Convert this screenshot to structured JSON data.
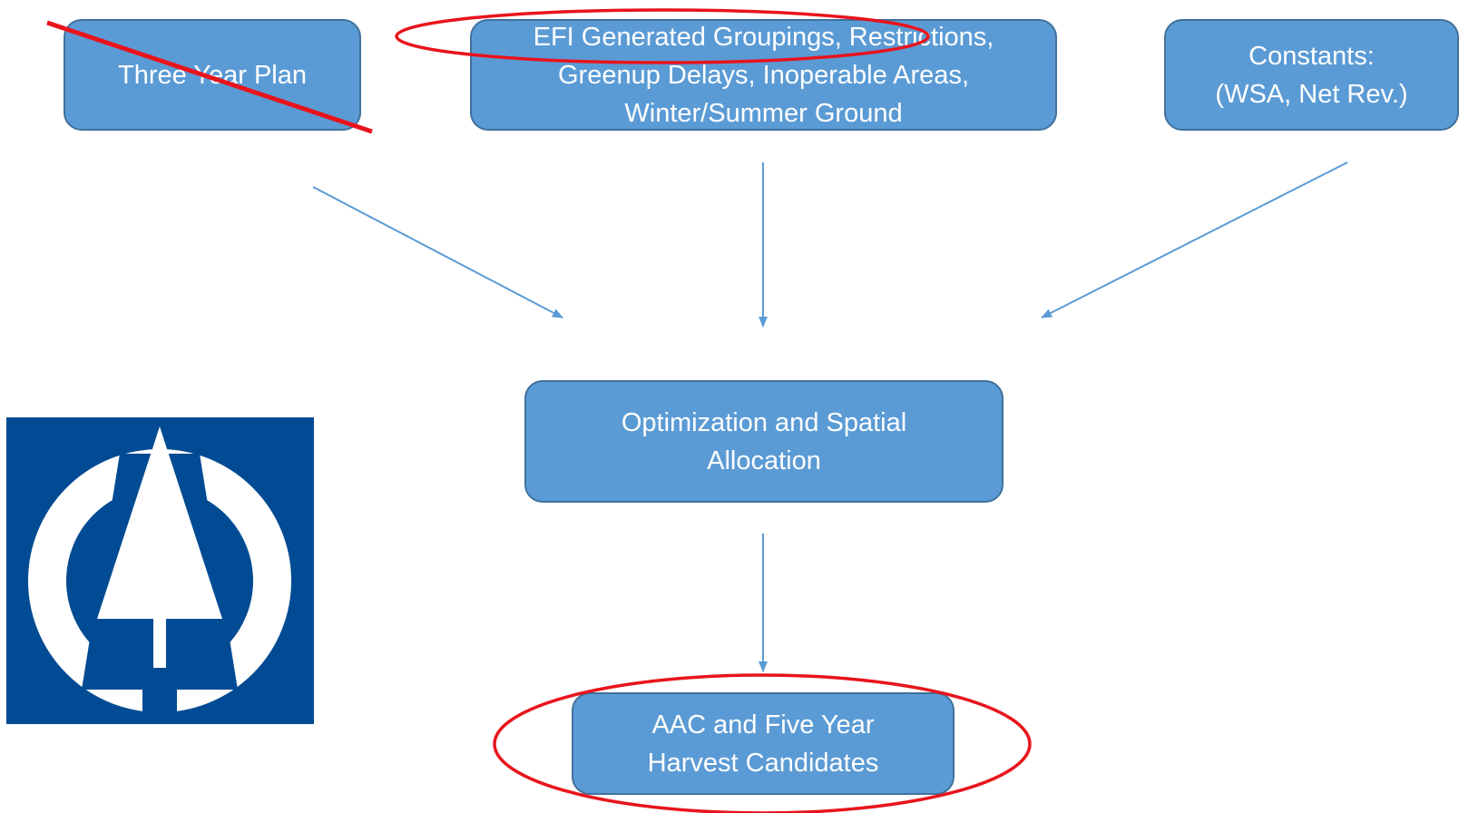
{
  "diagram": {
    "nodes": {
      "three_year_plan": {
        "lines": [
          "Three Year Plan"
        ],
        "crossed_out": true
      },
      "efi": {
        "lines": [
          "EFI Generated Groupings, Restrictions,",
          "Greenup Delays, Inoperable Areas,",
          "Winter/Summer Ground"
        ]
      },
      "constants": {
        "lines": [
          "Constants:",
          "(WSA, Net Rev.)"
        ]
      },
      "optimization": {
        "lines": [
          "Optimization and Spatial",
          "Allocation"
        ]
      },
      "aac": {
        "lines": [
          "AAC and Five Year",
          "Harvest Candidates"
        ],
        "circled": true
      }
    },
    "edges": [
      {
        "from": "three_year_plan",
        "to": "optimization"
      },
      {
        "from": "efi",
        "to": "optimization"
      },
      {
        "from": "constants",
        "to": "optimization"
      },
      {
        "from": "optimization",
        "to": "aac"
      }
    ]
  },
  "colors": {
    "box_fill": "#5b9bd5",
    "box_border": "#41719c",
    "box_text": "#ffffff",
    "arrow": "#5b9bd5",
    "markup": "#e8141c",
    "logo_bg": "#004b93",
    "logo_fg": "#ffffff"
  },
  "logo": {
    "icon": "tree-in-circle-icon"
  }
}
